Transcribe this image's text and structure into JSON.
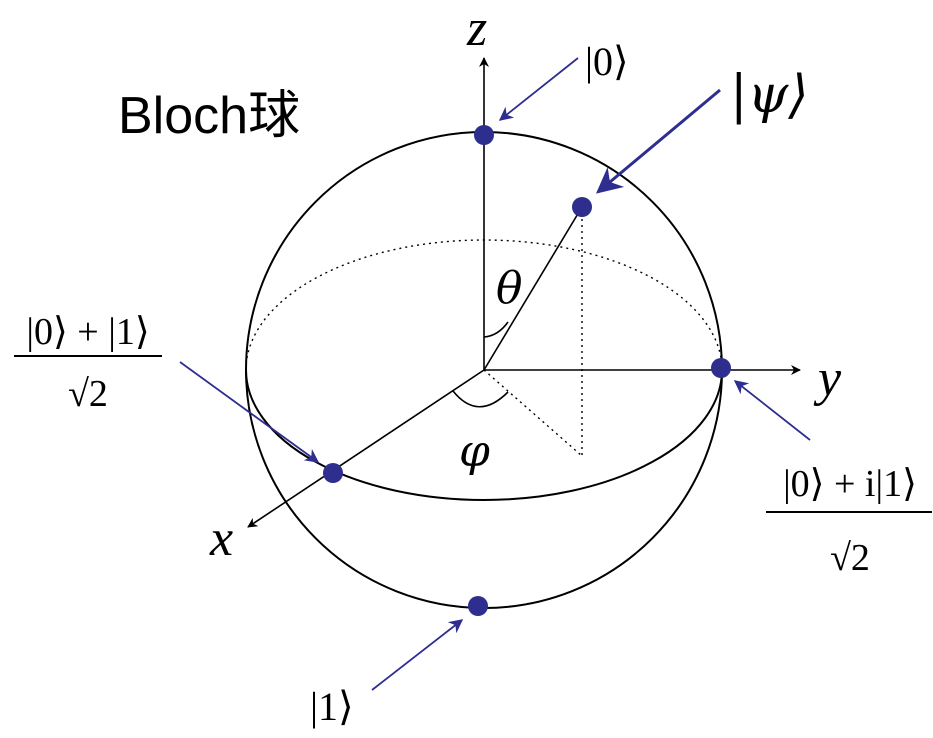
{
  "title": "Bloch球",
  "axes": {
    "x": "x",
    "y": "y",
    "z": "z"
  },
  "angles": {
    "theta": "θ",
    "phi": "φ"
  },
  "states": {
    "zero": "|0⟩",
    "one": "|1⟩",
    "psi": "|ψ⟩",
    "plus_x": {
      "numerator": "|0⟩ + |1⟩",
      "denominator": "√2"
    },
    "plus_y": {
      "numerator": "|0⟩ + i|1⟩",
      "denominator": "√2"
    }
  },
  "colors": {
    "point": "#2e2e8f",
    "line": "#000000",
    "background": "#ffffff"
  }
}
